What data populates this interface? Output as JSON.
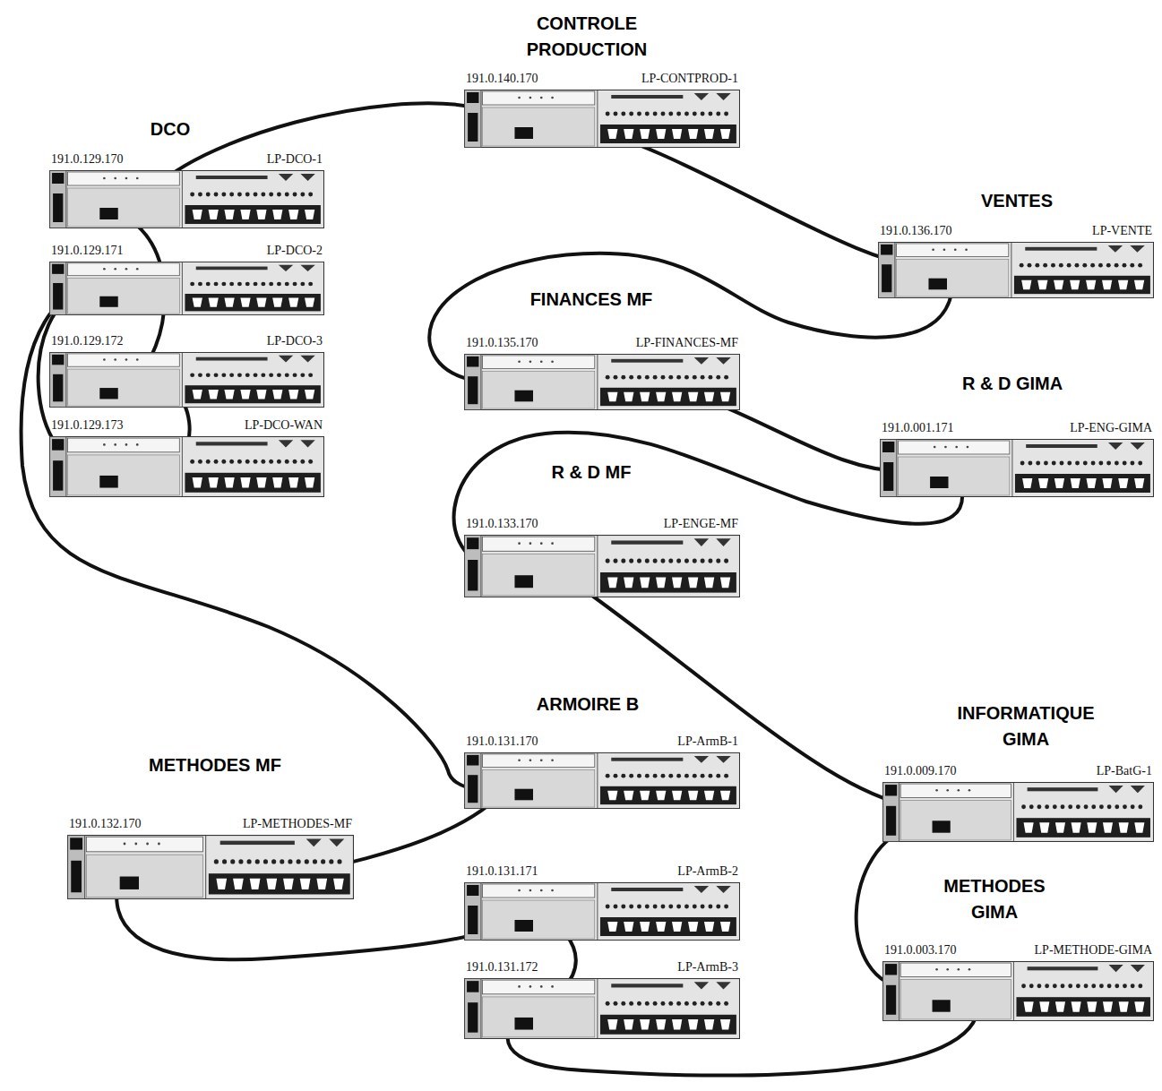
{
  "diagram": {
    "nodes": [
      {
        "text": [
          "CONTROLE PRODUCTION",
          "191.0.140.170",
          "LP-CONTPROD-1"
        ]
      },
      {
        "text": [
          "191.0.129.170",
          "LP-DCO-1"
        ]
      },
      {
        "text": [
          "191.0.129.171",
          "LP-DCO-2"
        ]
      },
      {
        "text": [
          "191.0.129.172",
          "LP-DCO-3"
        ]
      },
      {
        "text": [
          "191.0.129.173",
          "LP-DCO-WAN"
        ]
      },
      {
        "text": [
          "VENTES",
          "191.0.136.170",
          "LP-VENTE"
        ]
      },
      {
        "text": [
          "FINANCES MF",
          "191.0.135.170",
          "LP-FINANCES-MF"
        ]
      },
      {
        "text": [
          "R & D GIMA",
          "191.0.001.171",
          "LP-ENG-GIMA"
        ]
      },
      {
        "text": [
          "R & D MF",
          "191.0.133.170",
          "LP-ENGE-MF"
        ]
      },
      {
        "text": [
          "191.0.131.170",
          "LP-ArmB-1"
        ]
      },
      {
        "text": [
          "METHODES MF",
          "191.0.132.170",
          "LP-METHODES-MF"
        ]
      },
      {
        "text": [
          "191.0.131.171",
          "LP-ArmB-2"
        ]
      },
      {
        "text": [
          "191.0.131.172",
          "LP-ArmB-3"
        ]
      },
      {
        "text": [
          "INFORMATIQUE GIMA",
          "191.0.009.170",
          "LP-BatG-1"
        ]
      },
      {
        "text": [
          "METHODES GIMA",
          "191.0.003.170",
          "LP-METHODE-GIMA"
        ]
      }
    ],
    "edges": [
      {
        "from": 1,
        "to": 0,
        "arrow": "none"
      },
      {
        "from": 0,
        "to": 5,
        "arrow": "none"
      },
      {
        "from": 5,
        "to": 6,
        "arrow": "none"
      },
      {
        "from": 6,
        "to": 7,
        "arrow": "none"
      },
      {
        "from": 7,
        "to": 8,
        "arrow": "none"
      },
      {
        "from": 8,
        "to": 13,
        "arrow": "none"
      },
      {
        "from": 13,
        "to": 14,
        "arrow": "none"
      },
      {
        "from": 14,
        "to": 12,
        "arrow": "none"
      },
      {
        "from": 11,
        "to": 12,
        "arrow": "none"
      },
      {
        "from": 10,
        "to": 11,
        "arrow": "none"
      },
      {
        "from": 9,
        "to": 10,
        "arrow": "none"
      },
      {
        "from": 2,
        "to": 9,
        "arrow": "none"
      },
      {
        "from": 1,
        "to": 3,
        "arrow": "none"
      },
      {
        "from": 2,
        "to": 4,
        "arrow": "none"
      },
      {
        "from": 3,
        "to": 4,
        "arrow": "none"
      }
    ],
    "labels": [
      "DCO",
      "ARMOIRE B"
    ]
  }
}
